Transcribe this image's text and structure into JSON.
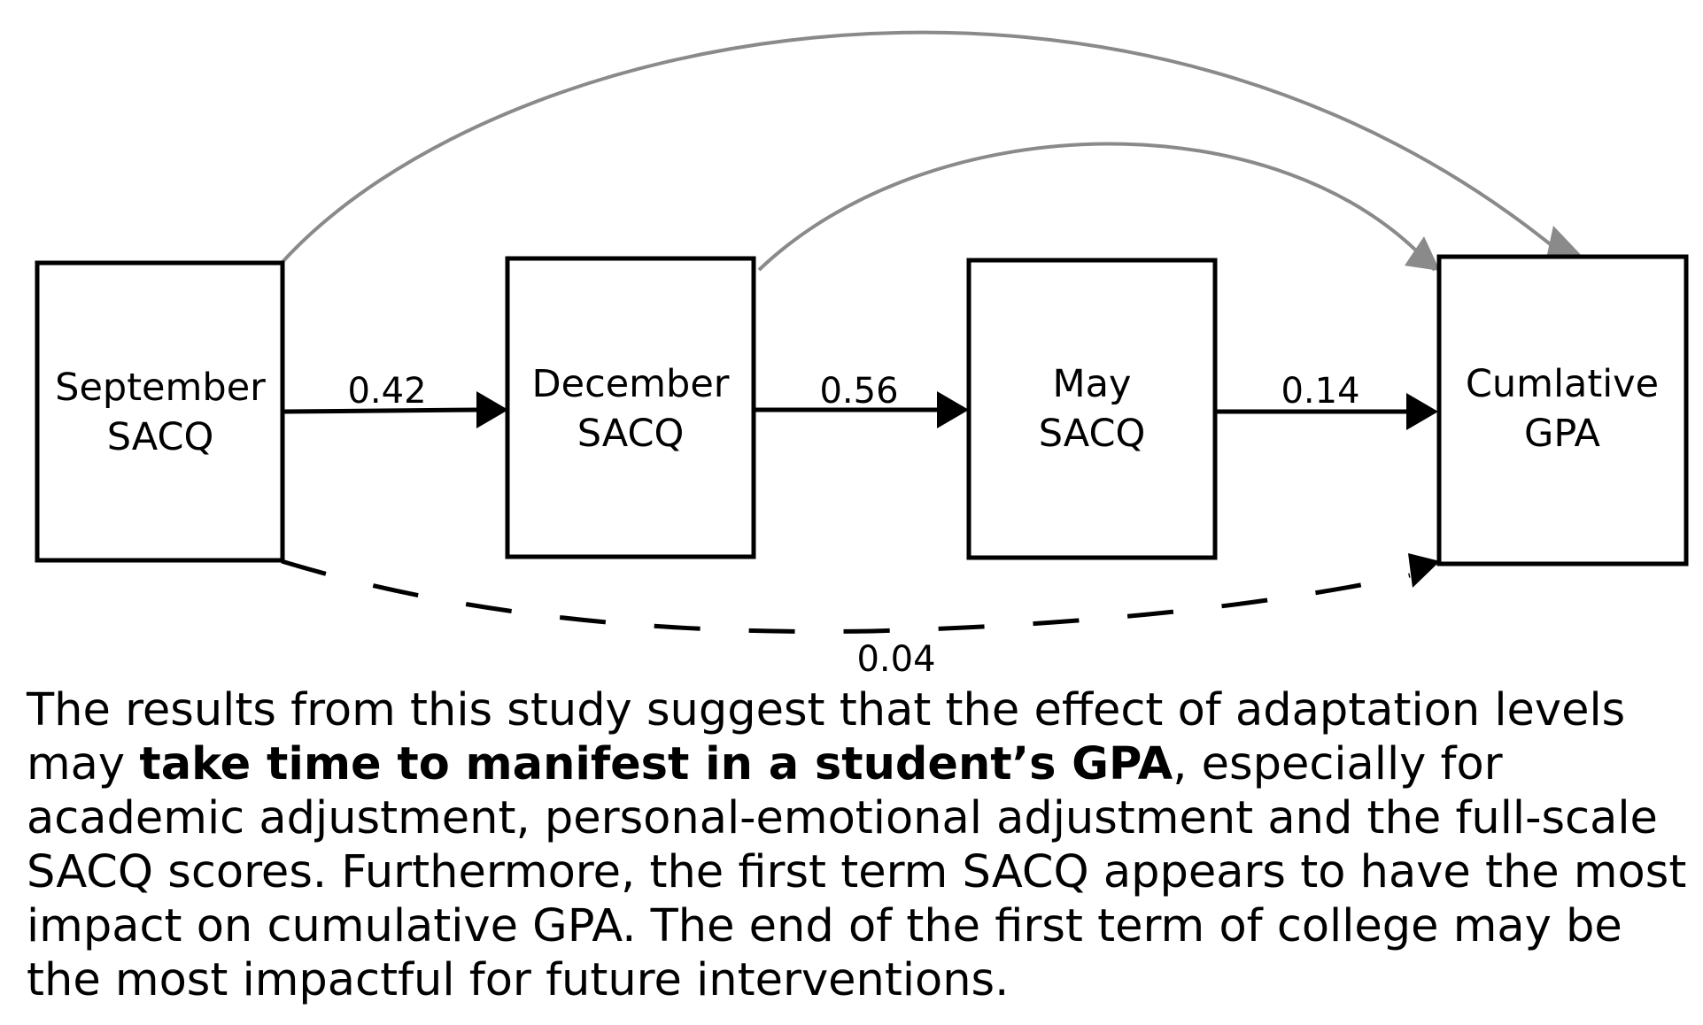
{
  "diagram": {
    "nodes": [
      {
        "id": "september",
        "line1": "September",
        "line2": "SACQ"
      },
      {
        "id": "december",
        "line1": "December",
        "line2": "SACQ"
      },
      {
        "id": "may",
        "line1": "May",
        "line2": "SACQ"
      },
      {
        "id": "gpa",
        "line1": "Cumlative",
        "line2": "GPA"
      }
    ],
    "edges": [
      {
        "from": "september",
        "to": "december",
        "label": "0.42",
        "style": "solid"
      },
      {
        "from": "december",
        "to": "may",
        "label": "0.56",
        "style": "solid"
      },
      {
        "from": "may",
        "to": "gpa",
        "label": "0.14",
        "style": "solid"
      },
      {
        "from": "september",
        "to": "gpa",
        "label": "0.04",
        "style": "dashed"
      },
      {
        "from": "september",
        "to": "gpa",
        "label": "",
        "style": "curved-gray"
      },
      {
        "from": "december",
        "to": "gpa",
        "label": "",
        "style": "curved-gray"
      }
    ],
    "colors": {
      "box_stroke": "#000000",
      "arrow": "#000000",
      "curve": "#8a8a8a"
    }
  },
  "caption": {
    "part1": "The results from this study suggest that the effect of adaptation levels may ",
    "bold": "take time to manifest in a student’s GPA",
    "part2": ", especially for academic adjustment, personal-emotional adjustment and the full-scale SACQ scores. Furthermore, the first term SACQ appears to have the most impact on cumulative GPA. The end of the first term of college may be the most impactful for future interventions."
  }
}
